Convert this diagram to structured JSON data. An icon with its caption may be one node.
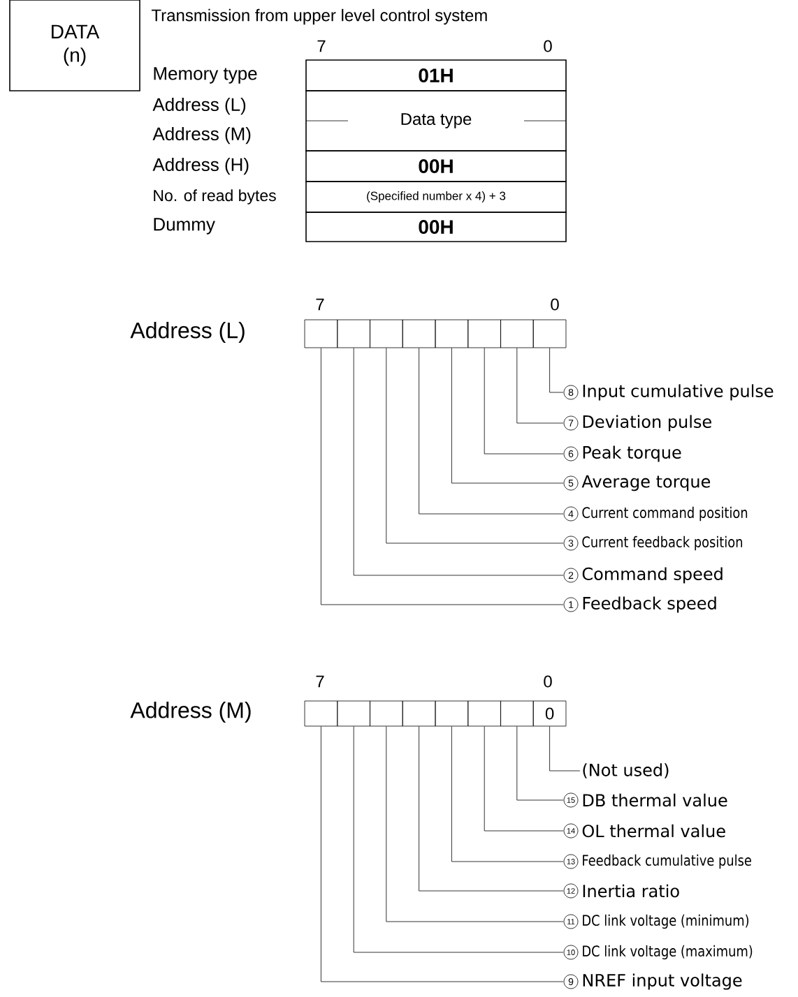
{
  "diagram": {
    "nodes": [
      {
        "text": [
          "DATA (n)"
        ]
      },
      {
        "text": [
          "01H"
        ]
      },
      {
        "text": [
          "Data type"
        ]
      },
      {
        "text": [
          "00H"
        ]
      },
      {
        "text": [
          "(Specified number x 4) + 3"
        ]
      },
      {
        "text": [
          "00H"
        ]
      },
      {
        "text": [],
        "shape": "box"
      },
      {
        "text": [],
        "shape": "box"
      },
      {
        "text": [],
        "shape": "box"
      },
      {
        "text": [],
        "shape": "box"
      },
      {
        "text": [],
        "shape": "box"
      },
      {
        "text": [],
        "shape": "box"
      },
      {
        "text": [],
        "shape": "box"
      },
      {
        "text": [],
        "shape": "box"
      },
      {
        "text": [
          "Input cumulative pulse"
        ],
        "beside": [
          "8"
        ]
      },
      {
        "text": [
          "Deviation pulse"
        ],
        "beside": [
          "7"
        ]
      },
      {
        "text": [
          "Peak torque"
        ],
        "beside": [
          "6"
        ]
      },
      {
        "text": [
          "Average torque"
        ],
        "beside": [
          "5"
        ]
      },
      {
        "text": [
          "Current command position"
        ],
        "beside": [
          "4"
        ]
      },
      {
        "text": [
          "Current feedback position"
        ],
        "beside": [
          "3"
        ]
      },
      {
        "text": [
          "Command speed"
        ],
        "beside": [
          "2"
        ]
      },
      {
        "text": [
          "Feedback speed"
        ],
        "beside": [
          "1"
        ]
      },
      {
        "text": [],
        "shape": "box"
      },
      {
        "text": [],
        "shape": "box"
      },
      {
        "text": [],
        "shape": "box"
      },
      {
        "text": [],
        "shape": "box"
      },
      {
        "text": [],
        "shape": "box"
      },
      {
        "text": [],
        "shape": "box"
      },
      {
        "text": [],
        "shape": "box"
      },
      {
        "text": [
          "0"
        ]
      },
      {
        "text": [
          "(Not used)"
        ]
      },
      {
        "text": [
          "DB thermal value"
        ],
        "beside": [
          "15"
        ]
      },
      {
        "text": [
          "OL thermal value"
        ],
        "beside": [
          "14"
        ]
      },
      {
        "text": [
          "Feedback cumulative pulse"
        ],
        "beside": [
          "13"
        ]
      },
      {
        "text": [
          "Inertia ratio"
        ],
        "beside": [
          "12"
        ]
      },
      {
        "text": [
          "DC link voltage (minimum)"
        ],
        "beside": [
          "11"
        ]
      },
      {
        "text": [
          "DC link voltage (maximum)"
        ],
        "beside": [
          "10"
        ]
      },
      {
        "text": [
          "NREF input voltage"
        ],
        "beside": [
          "9"
        ]
      }
    ],
    "edges": [
      {
        "from": 14,
        "to": 13,
        "arrow": "none"
      },
      {
        "from": 15,
        "to": 12,
        "arrow": "none"
      },
      {
        "from": 16,
        "to": 11,
        "arrow": "none"
      },
      {
        "from": 17,
        "to": 10,
        "arrow": "none"
      },
      {
        "from": 18,
        "to": 9,
        "arrow": "none"
      },
      {
        "from": 19,
        "to": 8,
        "arrow": "none"
      },
      {
        "from": 20,
        "to": 7,
        "arrow": "none"
      },
      {
        "from": 21,
        "to": 6,
        "arrow": "none"
      },
      {
        "from": 30,
        "to": 29,
        "arrow": "none"
      },
      {
        "from": 31,
        "to": 28,
        "arrow": "none"
      },
      {
        "from": 32,
        "to": 27,
        "arrow": "none"
      },
      {
        "from": 33,
        "to": 26,
        "arrow": "none"
      },
      {
        "from": 34,
        "to": 25,
        "arrow": "none"
      },
      {
        "from": 35,
        "to": 24,
        "arrow": "none"
      },
      {
        "from": 36,
        "to": 23,
        "arrow": "none"
      },
      {
        "from": 37,
        "to": 22,
        "arrow": "none"
      }
    ],
    "labels": [
      "Transmission from upper level control system",
      "7",
      "0",
      "Memory type",
      "Address (L)",
      "Address (M)",
      "Address (H)",
      "No. of read bytes",
      "Dummy",
      "7",
      "0",
      "Address (L)",
      "7",
      "0",
      "Address (M)"
    ]
  }
}
